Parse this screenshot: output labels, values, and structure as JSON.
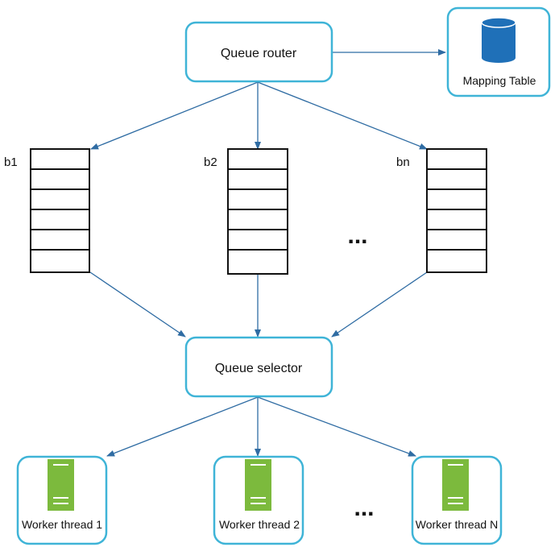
{
  "nodes": {
    "queue_router": "Queue router",
    "mapping_table": "Mapping Table",
    "queue_selector": "Queue selector"
  },
  "queues": [
    {
      "label": "b1"
    },
    {
      "label": "b2"
    },
    {
      "label": "bn"
    }
  ],
  "queue_ellipsis": "...",
  "workers": [
    {
      "label": "Worker thread 1"
    },
    {
      "label": "Worker thread 2"
    },
    {
      "label": "Worker thread N"
    }
  ],
  "worker_ellipsis": "...",
  "colors": {
    "box_border": "#3fb4d7",
    "arrow": "#2f6ca3",
    "database": "#1f70b8",
    "server": "#7cba3d"
  },
  "icons": {
    "mapping_table": "database-icon",
    "workers": "server-icon"
  }
}
